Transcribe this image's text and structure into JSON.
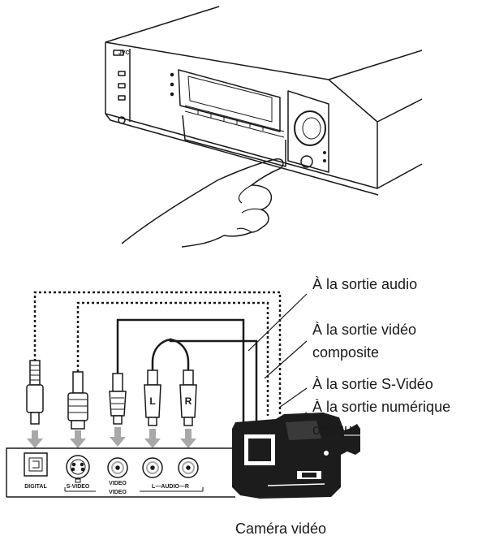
{
  "labels": {
    "audio_out": "À la sortie audio",
    "video_composite_line1": "À la sortie vidéo",
    "video_composite_line2": "composite",
    "svideo_out": "À la sortie S-Vidéo",
    "optical_line1": "À la sortie numérique",
    "optical_line2": "optique",
    "camera": "Caméra vidéo"
  },
  "panel": {
    "jack_digital": "DIGITAL",
    "jack_svideo": "S-VIDEO",
    "jack_video": "VIDEO",
    "jack_audio": "L—AUDIO—R",
    "group_video": "VIDEO"
  },
  "plugs": {
    "left_letter": "L",
    "right_letter": "R"
  },
  "receiver": {
    "brand": "JVC"
  },
  "colors": {
    "line": "#1a1a1a",
    "arrow": "#a8a8a8",
    "camera": "#1c1c1c"
  }
}
